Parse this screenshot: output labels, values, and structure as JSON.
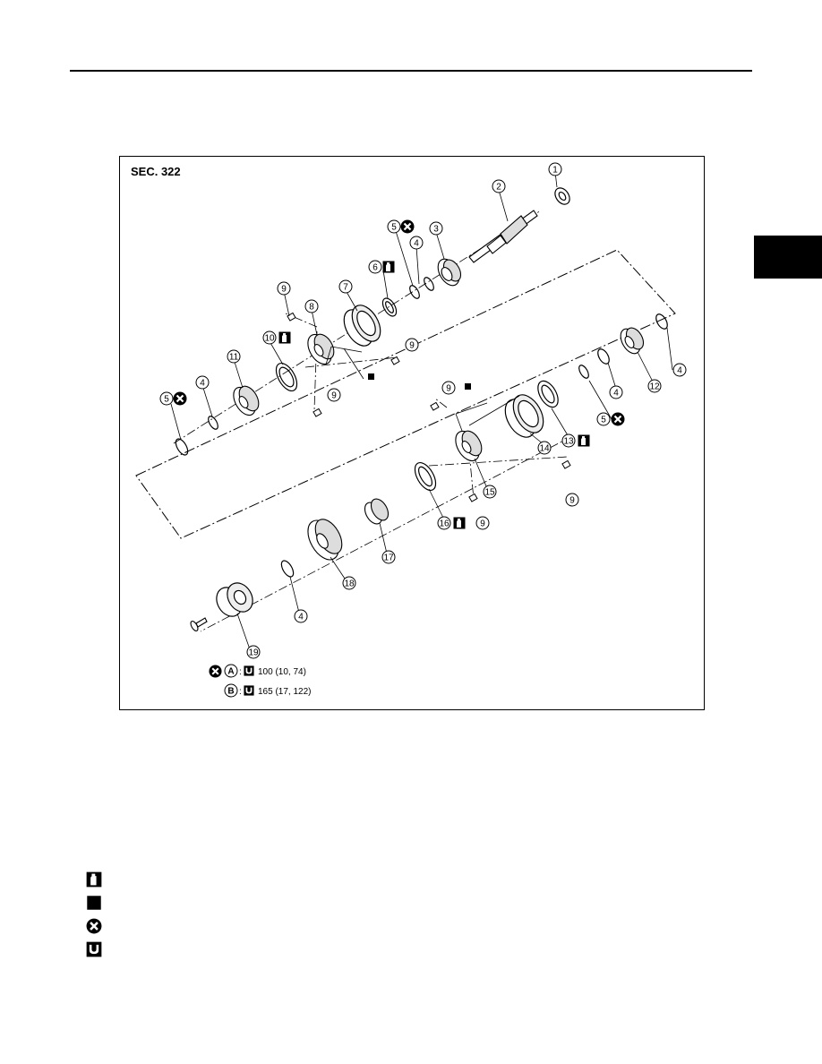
{
  "diagram": {
    "section_label": "SEC. 322",
    "callouts": [
      "1",
      "2",
      "3",
      "4",
      "5",
      "6",
      "7",
      "8",
      "9",
      "10",
      "11",
      "12",
      "13",
      "14",
      "15",
      "16",
      "17",
      "18",
      "19"
    ],
    "spec_a": {
      "letter": "A",
      "value": "100 (10, 74)"
    },
    "spec_b": {
      "letter": "B",
      "value": "165 (17, 122)"
    },
    "symbols": [
      "grease-icon",
      "black-square-icon",
      "do-not-reuse-icon",
      "torque-wrench-icon"
    ]
  },
  "legend": {
    "items": [
      "grease-icon",
      "black-square-icon",
      "do-not-reuse-icon",
      "torque-wrench-icon"
    ]
  }
}
